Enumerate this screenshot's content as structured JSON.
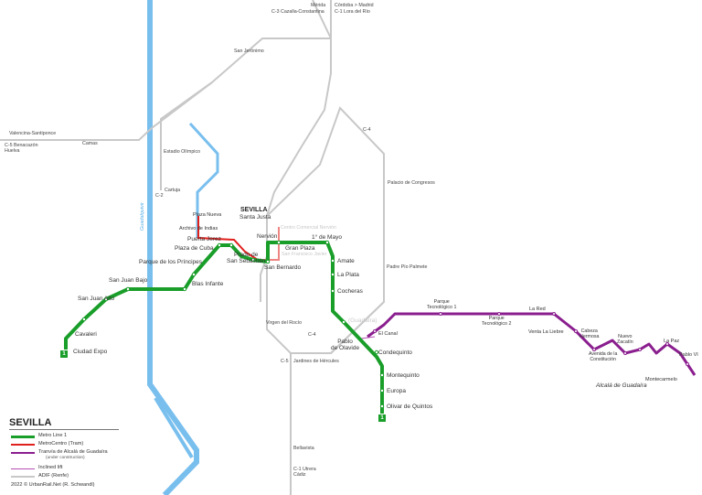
{
  "title": "SEVILLA",
  "legend": {
    "metro": "Metro Line 1",
    "metrocentro": "MetroCentro (Tram)",
    "tranvia": "Tranvía de Alcalá de Guadaíra",
    "tranvia_note": "(under construction)",
    "lift": "Inclined lift",
    "adif": "ADIF (Renfe)"
  },
  "copyright": "2022 © UrbanRail.Net (R. Schwandl)",
  "colors": {
    "metro": "#1a9e2a",
    "tram": "#e0201c",
    "tranvia": "#8a1e8e",
    "adif": "#c8c8c8",
    "river": "#79bfee",
    "lift": "#b44fb4"
  },
  "line_badge": "1",
  "river_name": "Guadalquivir",
  "city_center": {
    "name": "SEVILLA",
    "sub": "Santa Justa"
  },
  "town": "Alcalá de Guadaíra",
  "metro_stations": {
    "ciudad_expo": "Ciudad Expo",
    "cavaleri": "Cavaleri",
    "san_juan_alto": "San Juan Alto",
    "san_juan_bajo": "San Juan Bajo",
    "blas_infante": "Blas Infante",
    "parque_principes": "Parque de los Príncipes",
    "plaza_cuba": "Plaza de Cuba",
    "puerta_jerez": "Puerta Jerez",
    "prado": "Prado de\nSan Sebastián",
    "san_bernardo": "San Bernardo",
    "nervion": "Nervión",
    "gran_plaza": "Gran Plaza",
    "primero_mayo": "1° de Mayo",
    "amate": "Amate",
    "la_plata": "La Plata",
    "cocheras": "Cocheras",
    "guadaira": "(Guadaíra)",
    "pablo_olavide": "Pablo\nde Olavide",
    "condequinto": "Condequinto",
    "montequinto": "Montequinto",
    "europa": "Europa",
    "olivar": "Olivar de Quintos"
  },
  "tram_stations": {
    "plaza_nueva": "Plaza Nueva",
    "archivo": "Archivo de Indias",
    "centro_comercial": "Centro Comercial Nervión",
    "san_francisco": "San Francisco Javier"
  },
  "tranvia_stations": {
    "el_canal": "El Canal",
    "parque_tec1": "Parque\nTecnológico 1",
    "parque_tec2": "Parque\nTecnológico 2",
    "la_red": "La Red",
    "venta": "Venta La Liebre",
    "cabeza": "Cabeza\nHermosa",
    "nuevo_zacatin": "Nuevo\nZacatín",
    "avenida": "Avenida de la\nConstitución",
    "la_paz": "La Paz",
    "pablo_vi": "Pablo VI",
    "montecarmelo": "Montecarmelo"
  },
  "adif_labels": {
    "merida": "Mérida",
    "cazalla": "C-3 Cazalla-Constantina",
    "cordoba": "Córdoba > Madrid",
    "lora": "C-1 Lora del Río",
    "san_jeronimo": "San Jerónimo",
    "valencina": "Valencina-Santiponce",
    "benacazon": "C-5 Benacazón\nHuelva",
    "camas": "Camas",
    "estadio": "Estadio Olímpico",
    "c2": "C-2",
    "cartuja": "Cartuja",
    "c4_top": "C-4",
    "palacio": "Palacio de Congresos",
    "padre_pio": "Padre Pío Palmete",
    "virgen_rocio": "Virgen del Rocío",
    "c4_bottom": "C-4",
    "jardines": "Jardines de Hércules",
    "c5": "C-5",
    "bellavista": "Bellavista",
    "utrera": "C-1 Utrera\nCádiz"
  }
}
